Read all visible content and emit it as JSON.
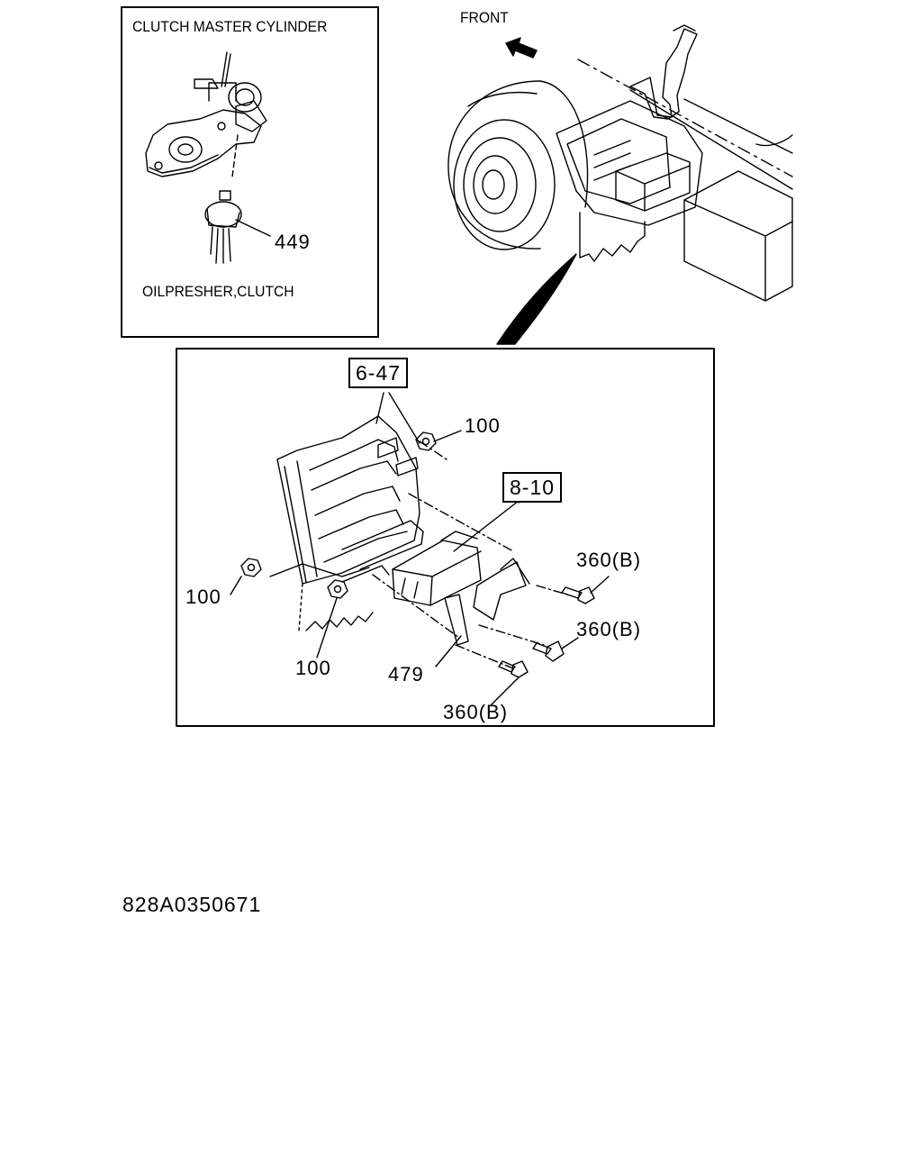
{
  "inset": {
    "title": "CLUTCH MASTER CYLINDER",
    "part_label": "OILPRESHER,CLUTCH",
    "callout": "449"
  },
  "overview": {
    "direction_label": "FRONT"
  },
  "detail": {
    "ref_assembly_1": "6-47",
    "ref_assembly_2": "8-10",
    "callouts": {
      "nut_top": "100",
      "nut_left": "100",
      "nut_bottom": "100",
      "bolt_upper": "360(B)",
      "bolt_middle": "360(B)",
      "bolt_lower": "360(B)",
      "bracket": "479"
    }
  },
  "footer": {
    "figure_code": "828A0350671"
  }
}
